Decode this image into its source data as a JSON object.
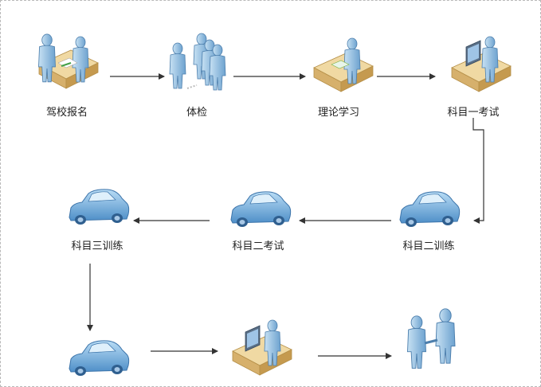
{
  "steps": [
    {
      "id": "signup",
      "label": "驾校报名",
      "icon": "registration-desk-icon"
    },
    {
      "id": "physical",
      "label": "体检",
      "icon": "people-group-icon"
    },
    {
      "id": "theory",
      "label": "理论学习",
      "icon": "study-desk-icon"
    },
    {
      "id": "exam1",
      "label": "科目一考试",
      "icon": "computer-exam-icon"
    },
    {
      "id": "train2",
      "label": "科目二训练",
      "icon": "car-icon"
    },
    {
      "id": "exam2",
      "label": "科目二考试",
      "icon": "car-icon"
    },
    {
      "id": "train3",
      "label": "科目三训练",
      "icon": "car-icon"
    },
    {
      "id": "exam3",
      "label": "",
      "icon": "car-icon"
    },
    {
      "id": "exam4",
      "label": "",
      "icon": "computer-desk-icon"
    },
    {
      "id": "license",
      "label": "",
      "icon": "handshake-icon"
    }
  ],
  "colors": {
    "figure": "#8fc0e3",
    "figure_dark": "#5f95c4",
    "desk": "#e6c98e",
    "desk_dark": "#b99248",
    "car": "#7fb8e6",
    "arrow": "#333333"
  }
}
